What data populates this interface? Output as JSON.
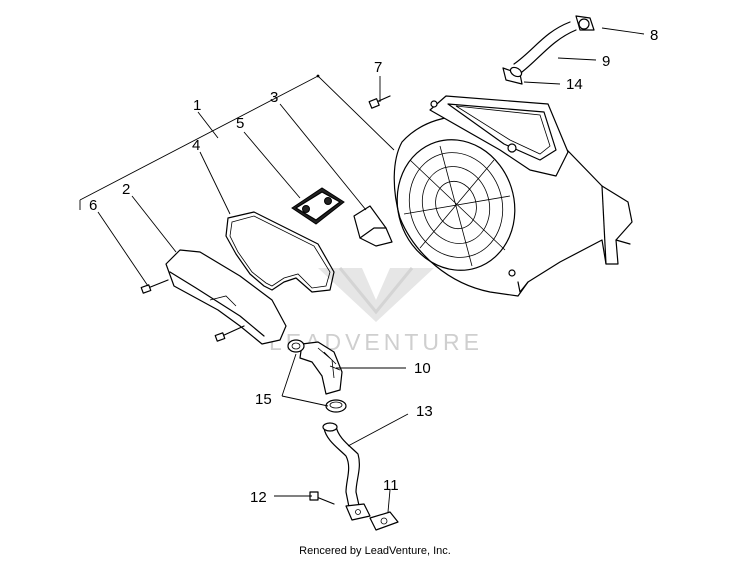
{
  "callouts": {
    "c1": "1",
    "c2": "2",
    "c3": "3",
    "c4": "4",
    "c5": "5",
    "c6": "6",
    "c7": "7",
    "c8": "8",
    "c9": "9",
    "c10": "10",
    "c11": "11",
    "c12": "12",
    "c13": "13",
    "c14": "14",
    "c15": "15"
  },
  "watermark": {
    "text": "LEADVENTURE"
  },
  "footer": {
    "credit": "Rencered by LeadVenture, Inc."
  }
}
